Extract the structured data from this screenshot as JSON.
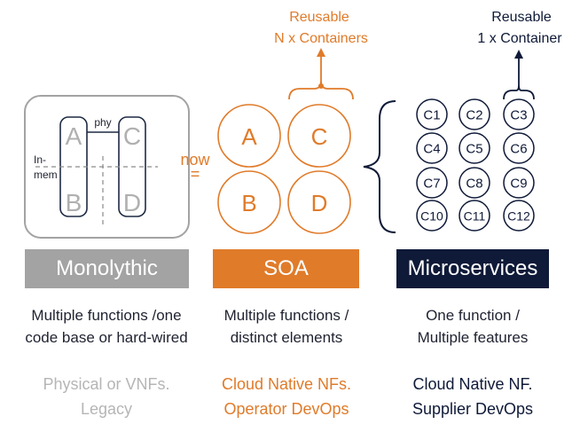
{
  "colors": {
    "monolith": "#a3a3a3",
    "soa": "#e07b2a",
    "micro": "#0f1a38",
    "text": "#1f2230",
    "legacy_text": "#b5b5b5"
  },
  "monolith": {
    "label": "Monolythic",
    "blocks": [
      "A",
      "B",
      "C",
      "D"
    ],
    "phy_label": "phy",
    "inmem_label_1": "In-",
    "inmem_label_2": "mem",
    "desc_1": "Multiple functions /one",
    "desc_2": "code base or hard-wired",
    "foot_1": "Physical or VNFs.",
    "foot_2": "Legacy"
  },
  "arrow": {
    "now": "now",
    "equals": "="
  },
  "soa": {
    "label": "SOA",
    "circles": [
      "A",
      "C",
      "B",
      "D"
    ],
    "reusable_1": "Reusable",
    "reusable_2": "N x Containers",
    "desc_1": "Multiple functions /",
    "desc_2": "distinct elements",
    "foot_1": "Cloud Native NFs.",
    "foot_2": "Operator DevOps"
  },
  "micro": {
    "label": "Microservices",
    "containers": [
      "C1",
      "C2",
      "C3",
      "C4",
      "C5",
      "C6",
      "C7",
      "C8",
      "C9",
      "C10",
      "C11",
      "C12"
    ],
    "reusable_1": "Reusable",
    "reusable_2": "1 x Container",
    "desc_1": "One function /",
    "desc_2": "Multiple features",
    "foot_1": "Cloud Native NF.",
    "foot_2": "Supplier DevOps"
  }
}
